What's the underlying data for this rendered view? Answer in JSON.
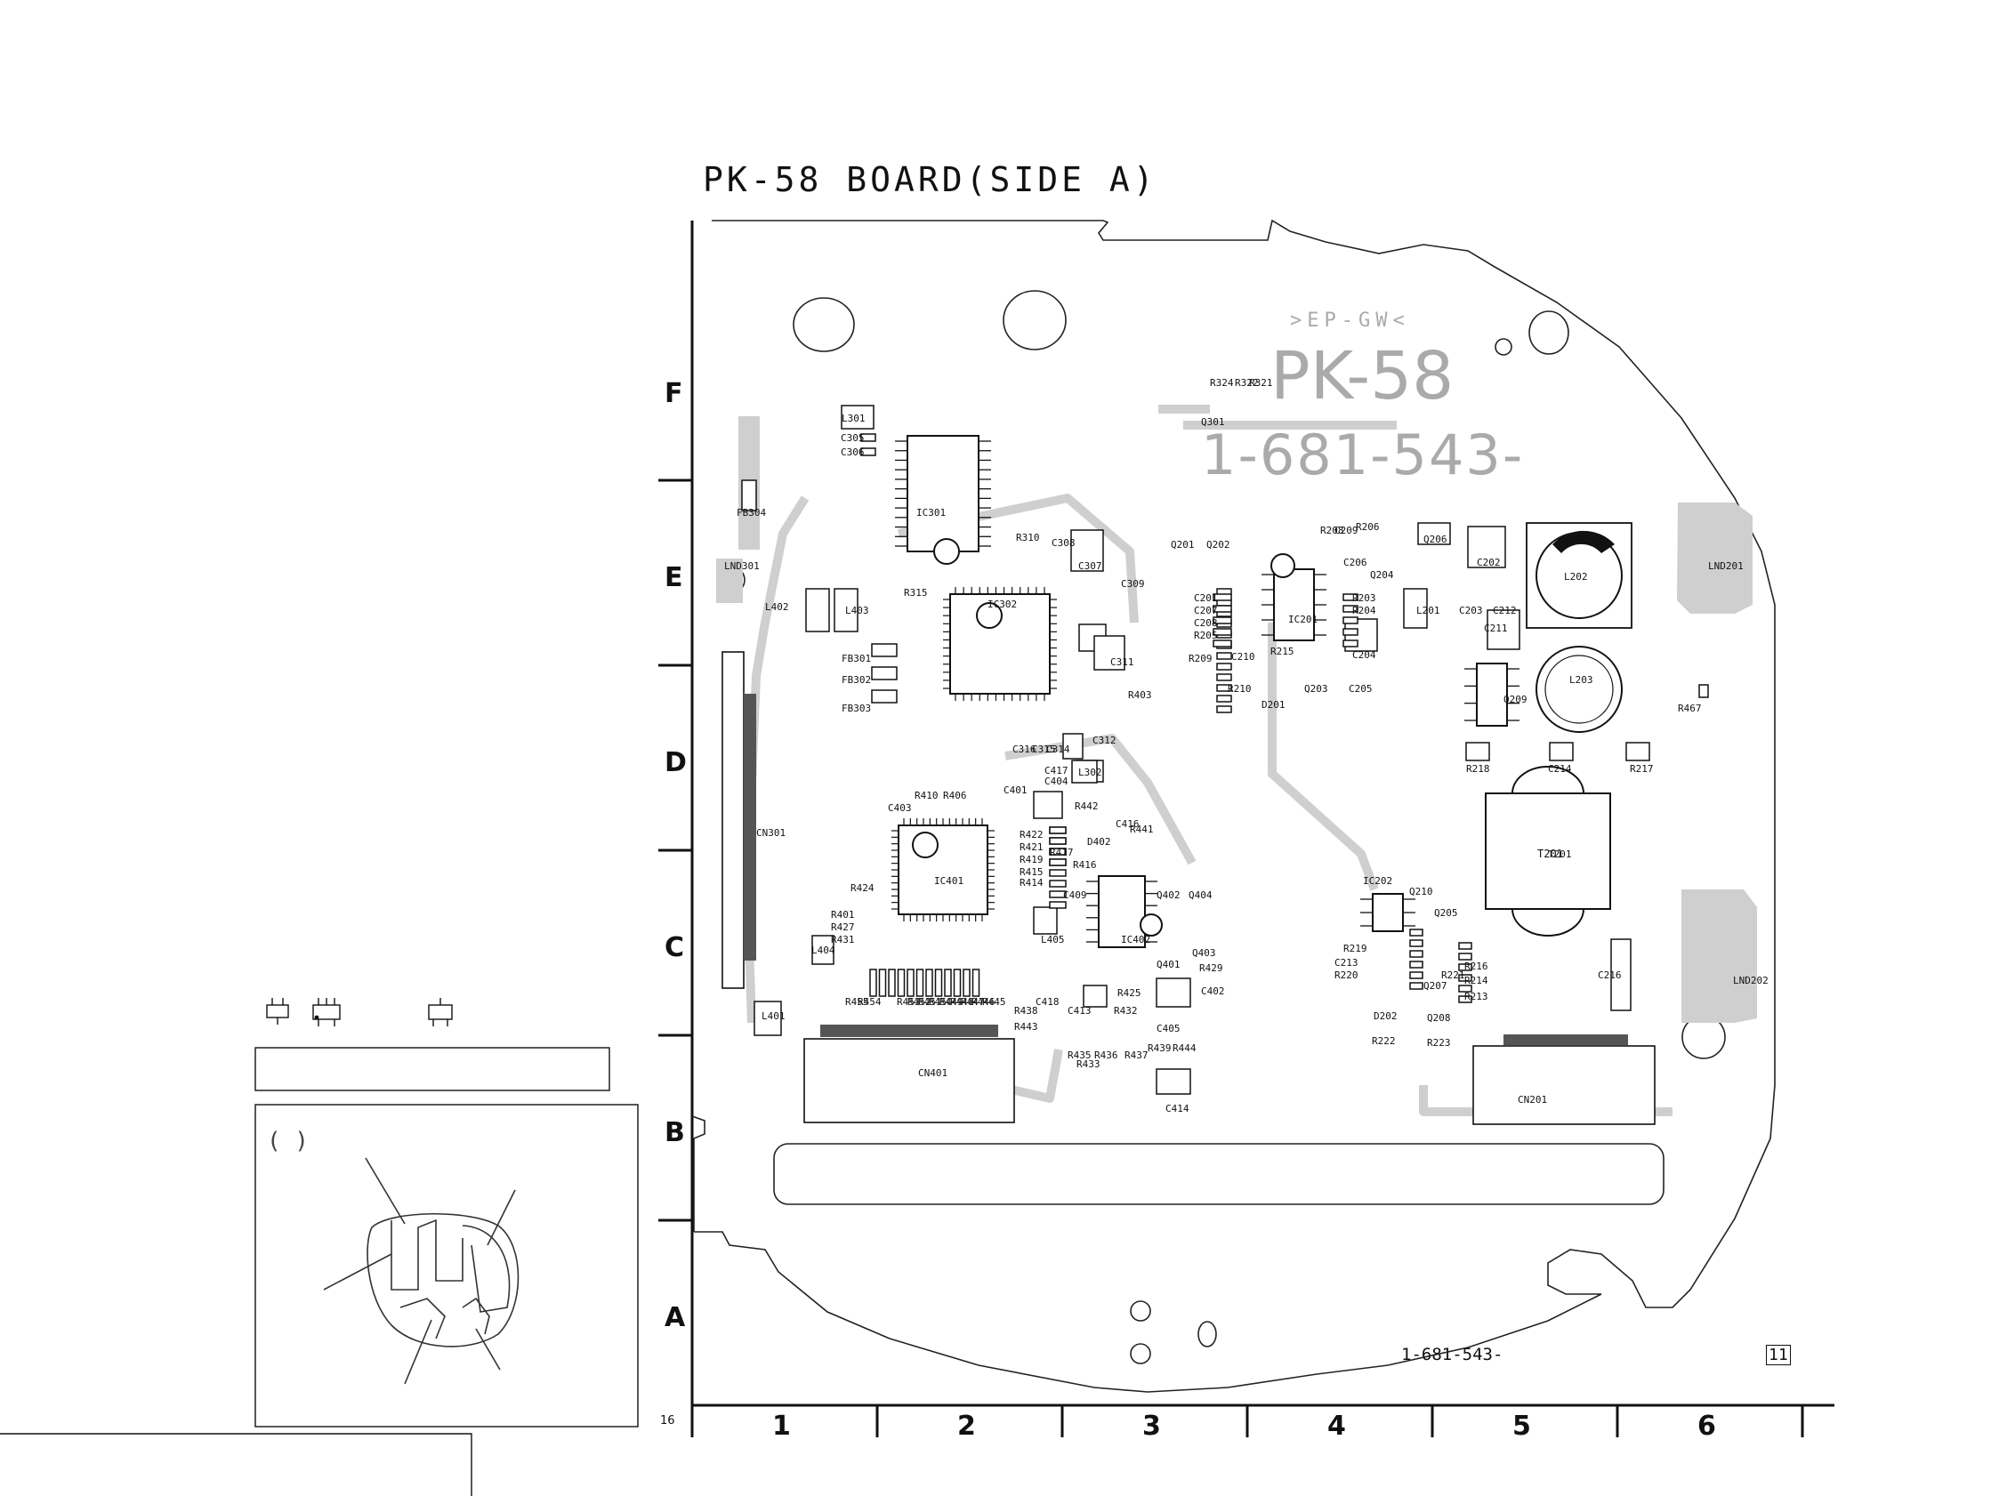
{
  "board": {
    "title": "PK-58 BOARD(SIDE A)",
    "silk_code": ">EP-GW<",
    "silk_name": "PK-58",
    "silk_part": "1-681-543-",
    "bottom_part": "1-681-543-",
    "corner_mark": "11"
  },
  "page_number": "16",
  "grid": {
    "rows": [
      "F",
      "E",
      "D",
      "C",
      "B",
      "A"
    ],
    "cols": [
      "1",
      "2",
      "3",
      "4",
      "5",
      "6"
    ]
  },
  "inset_bracket": "(          )",
  "components": [
    "L301",
    "C305",
    "C306",
    "IC301",
    "FB304",
    "R310",
    "C308",
    "C307",
    "C309",
    "LND301",
    "L402",
    "L403",
    "R315",
    "IC302",
    "FB301",
    "FB302",
    "FB303",
    "C311",
    "C312",
    "R403",
    "C316",
    "C315",
    "C314",
    "C417",
    "C404",
    "L302",
    "C401",
    "R410",
    "R406",
    "C403",
    "R442",
    "C416",
    "D402",
    "R441",
    "IC401",
    "R422",
    "R421",
    "R419",
    "R415",
    "R414",
    "R417",
    "R416",
    "L405",
    "C409",
    "IC402",
    "Q402",
    "Q404",
    "Q401",
    "Q403",
    "R429",
    "R424",
    "R401",
    "R427",
    "R431",
    "L404",
    "L401",
    "R455",
    "R454",
    "R453",
    "R452",
    "R451",
    "R450",
    "R449",
    "R448",
    "R447",
    "R446",
    "R445",
    "R438",
    "R443",
    "C418",
    "C413",
    "R425",
    "R432",
    "C402",
    "C405",
    "R435",
    "R433",
    "R436",
    "R437",
    "R439",
    "R444",
    "C414",
    "CN401",
    "CN301",
    "Q301",
    "R324",
    "R322",
    "R321",
    "IC201",
    "Q201",
    "Q202",
    "C201",
    "C207",
    "C208",
    "R205",
    "R209",
    "C210",
    "R210",
    "D201",
    "R215",
    "Q203",
    "C205",
    "C204",
    "R203",
    "R204",
    "R208",
    "C209",
    "R206",
    "C206",
    "Q204",
    "Q205",
    "Q206",
    "C202",
    "C203",
    "C212",
    "L201",
    "L202",
    "C211",
    "L203",
    "Q209",
    "R218",
    "C214",
    "R217",
    "R467",
    "LND201",
    "T201",
    "IC202",
    "Q210",
    "R219",
    "C213",
    "R220",
    "R221",
    "R216",
    "R214",
    "R213",
    "Q207",
    "Q208",
    "D202",
    "R222",
    "R223",
    "C216",
    "LND202",
    "CN201"
  ]
}
